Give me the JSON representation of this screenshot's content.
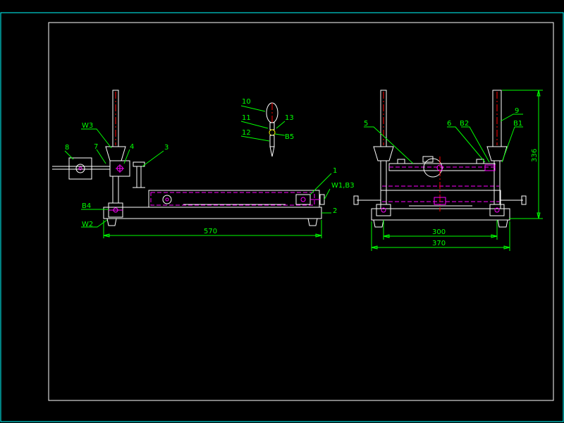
{
  "colors": {
    "background": "#000000",
    "outer_border": "#00ffff",
    "frame": "#ffffff",
    "leader": "#00ff00",
    "hidden": "#ff00ff",
    "centerline": "#ff0000",
    "dimension": "#00ff00"
  },
  "front_view": {
    "labels": {
      "w3": "W3",
      "p8": "8",
      "p7": "7",
      "p4": "4",
      "p3": "3",
      "p1": "1",
      "w1b3": "W1,B3",
      "p2": "2",
      "b4": "B4",
      "w2": "W2"
    },
    "dim_570": "570"
  },
  "detail_view": {
    "labels": {
      "p10": "10",
      "p11": "11",
      "p13": "13",
      "p12": "12",
      "b5": "B5"
    }
  },
  "side_view": {
    "labels": {
      "p5": "5",
      "p6": "6",
      "b2": "B2",
      "b1": "B1",
      "p9": "9"
    },
    "dim_336": "336",
    "dim_300": "300",
    "dim_370": "370"
  }
}
